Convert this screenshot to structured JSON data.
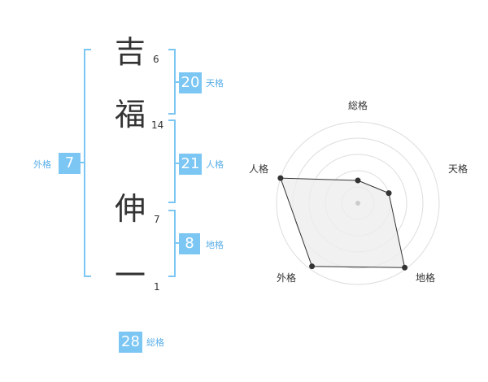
{
  "name": {
    "chars": [
      {
        "char": "吉",
        "strokes": "6"
      },
      {
        "char": "福",
        "strokes": "14"
      },
      {
        "char": "伸",
        "strokes": "7"
      },
      {
        "char": "一",
        "strokes": "1"
      }
    ]
  },
  "fortunes": {
    "tenkaku": {
      "value": "20",
      "label": "天格"
    },
    "jinkaku": {
      "value": "21",
      "label": "人格"
    },
    "chikaku": {
      "value": "8",
      "label": "地格"
    },
    "gaikaku": {
      "value": "7",
      "label": "外格"
    },
    "soukaku": {
      "value": "28",
      "label": "総格"
    }
  },
  "colors": {
    "accent": "#7cc6f4",
    "accent_text": "#5aaee8",
    "text": "#333333",
    "radar_fill": "#eeeeee",
    "radar_grid": "#dddddd"
  },
  "chart_data": {
    "type": "radar",
    "axes": [
      "総格",
      "天格",
      "地格",
      "外格",
      "人格"
    ],
    "values": [
      1.4,
      2.0,
      4.9,
      4.8,
      5.0
    ],
    "rmax": 5,
    "rings": 5,
    "grid": true
  }
}
